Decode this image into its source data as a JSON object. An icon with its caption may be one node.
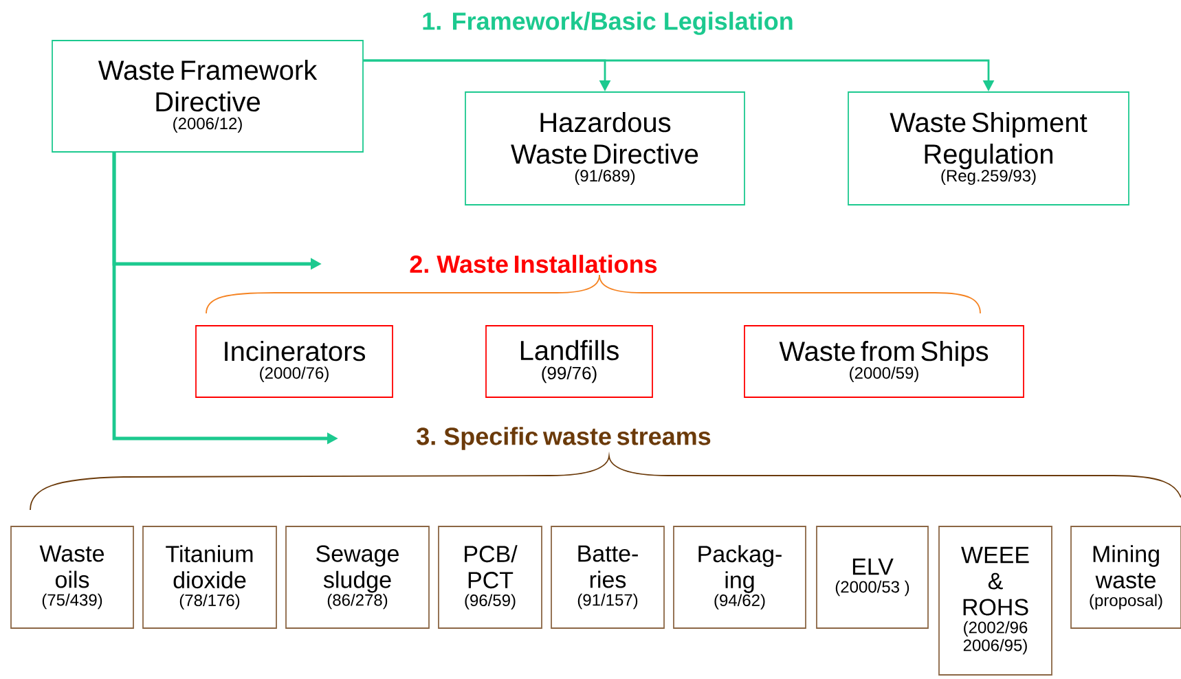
{
  "diagram": {
    "title": "1. Framework/Basic Legislation",
    "nodes": [
      {
        "text": [
          "Waste Framework Directive",
          "(2006/12)"
        ]
      },
      {
        "text": [
          "Hazardous Waste Directive",
          "(91/689)"
        ]
      },
      {
        "text": [
          "Waste Shipment Regulation",
          "(Reg.259/93)"
        ]
      },
      {
        "text": [
          "2. Waste Installations"
        ]
      },
      {
        "text": [
          "Incinerators",
          "(2000/76)"
        ]
      },
      {
        "text": [
          "Landfills",
          "(99/76)"
        ]
      },
      {
        "text": [
          "Waste from Ships",
          "(2000/59)"
        ]
      },
      {
        "text": [
          "3. Specific waste streams"
        ]
      },
      {
        "text": [
          "Waste oils",
          "(75/439)"
        ]
      },
      {
        "text": [
          "Titanium dioxide",
          "(78/176)"
        ]
      },
      {
        "text": [
          "Sewage sludge",
          "(86/278)"
        ]
      },
      {
        "text": [
          "PCB/ PCT",
          "(96/59)"
        ]
      },
      {
        "text": [
          "Batte- ries",
          "(91/157)"
        ]
      },
      {
        "text": [
          "Packag- ing",
          "(94/62)"
        ]
      },
      {
        "text": [
          "ELV",
          "(2000/53 )"
        ]
      },
      {
        "text": [
          "WEEE & ROHS",
          "(2002/96 2006/95)"
        ]
      },
      {
        "text": [
          "Mining waste",
          "(proposal)"
        ]
      }
    ],
    "edges": [
      {
        "from": 0,
        "to": 1,
        "arrow": "to"
      },
      {
        "from": 0,
        "to": 2,
        "arrow": "to"
      },
      {
        "from": 0,
        "to": 3,
        "arrow": "to"
      },
      {
        "from": 0,
        "to": 7,
        "arrow": "to"
      }
    ]
  }
}
